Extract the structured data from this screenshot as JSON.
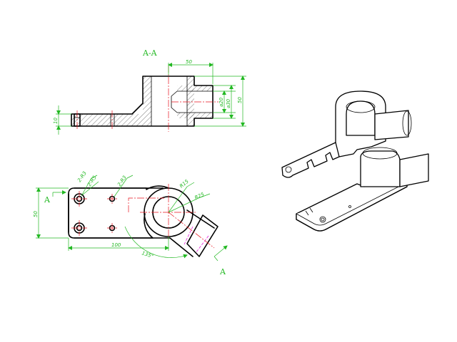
{
  "section_view": {
    "title": "A-A",
    "dims": {
      "width_top": "50",
      "dia_inner": "⌀20",
      "dia_outer": "⌀30",
      "height": "50",
      "base_thickness": "10"
    }
  },
  "plan_view": {
    "dims": {
      "width": "50",
      "length": "100",
      "angle": "135°",
      "r_boss": "R15",
      "r_outer": "R25",
      "hole_a": "2-R3",
      "hole_b": "2-R5",
      "hole_c": "2-R3"
    },
    "section_marks": [
      "A",
      "A"
    ]
  },
  "colors": {
    "object_lines": "#000000",
    "dimension_lines": "#22b822",
    "center_lines": "#e8141e",
    "hidden_lines": "#e81edc"
  }
}
